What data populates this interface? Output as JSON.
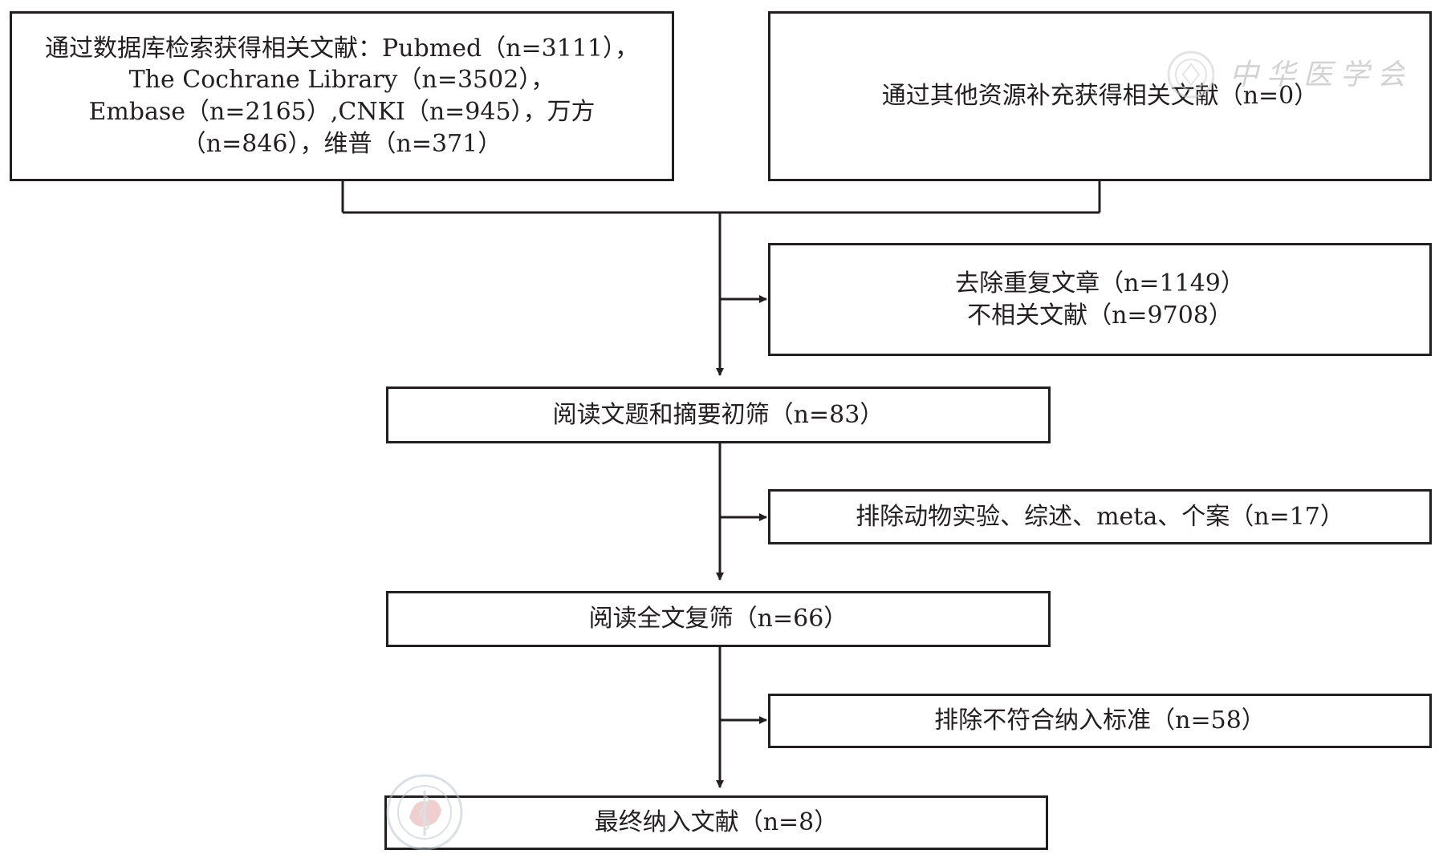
{
  "boxes": {
    "database": {
      "lines": [
        "通过数据库检索获得相关文献：Pubmed（n=3111），",
        "The Cochrane Library（n=3502），",
        "Embase（n=2165）,CNKI（n=945），万方",
        "（n=846），维普（n=371）"
      ]
    },
    "other_sources": {
      "lines": [
        "通过其他资源补充获得相关文献（n=0）"
      ]
    },
    "removed": {
      "lines": [
        "去除重复文章（n=1149）",
        "不相关文献（n=9708）"
      ]
    },
    "screen_title": {
      "lines": [
        "阅读文题和摘要初筛（n=83）"
      ]
    },
    "excluded_types": {
      "lines": [
        "排除动物实验、综述、meta、个案（n=17）"
      ]
    },
    "fulltext": {
      "lines": [
        "阅读全文复筛（n=66）"
      ]
    },
    "excluded_criteria": {
      "lines": [
        "排除不符合纳入标准（n=58）"
      ]
    },
    "final": {
      "lines": [
        "最终纳入文献（n=8）"
      ]
    }
  },
  "watermark": {
    "text": "中华医学会"
  },
  "colors": {
    "stroke": "#231f20",
    "background": "#ffffff",
    "watermark": "#cfcfcf",
    "seal_red": "#e0a0a0"
  }
}
